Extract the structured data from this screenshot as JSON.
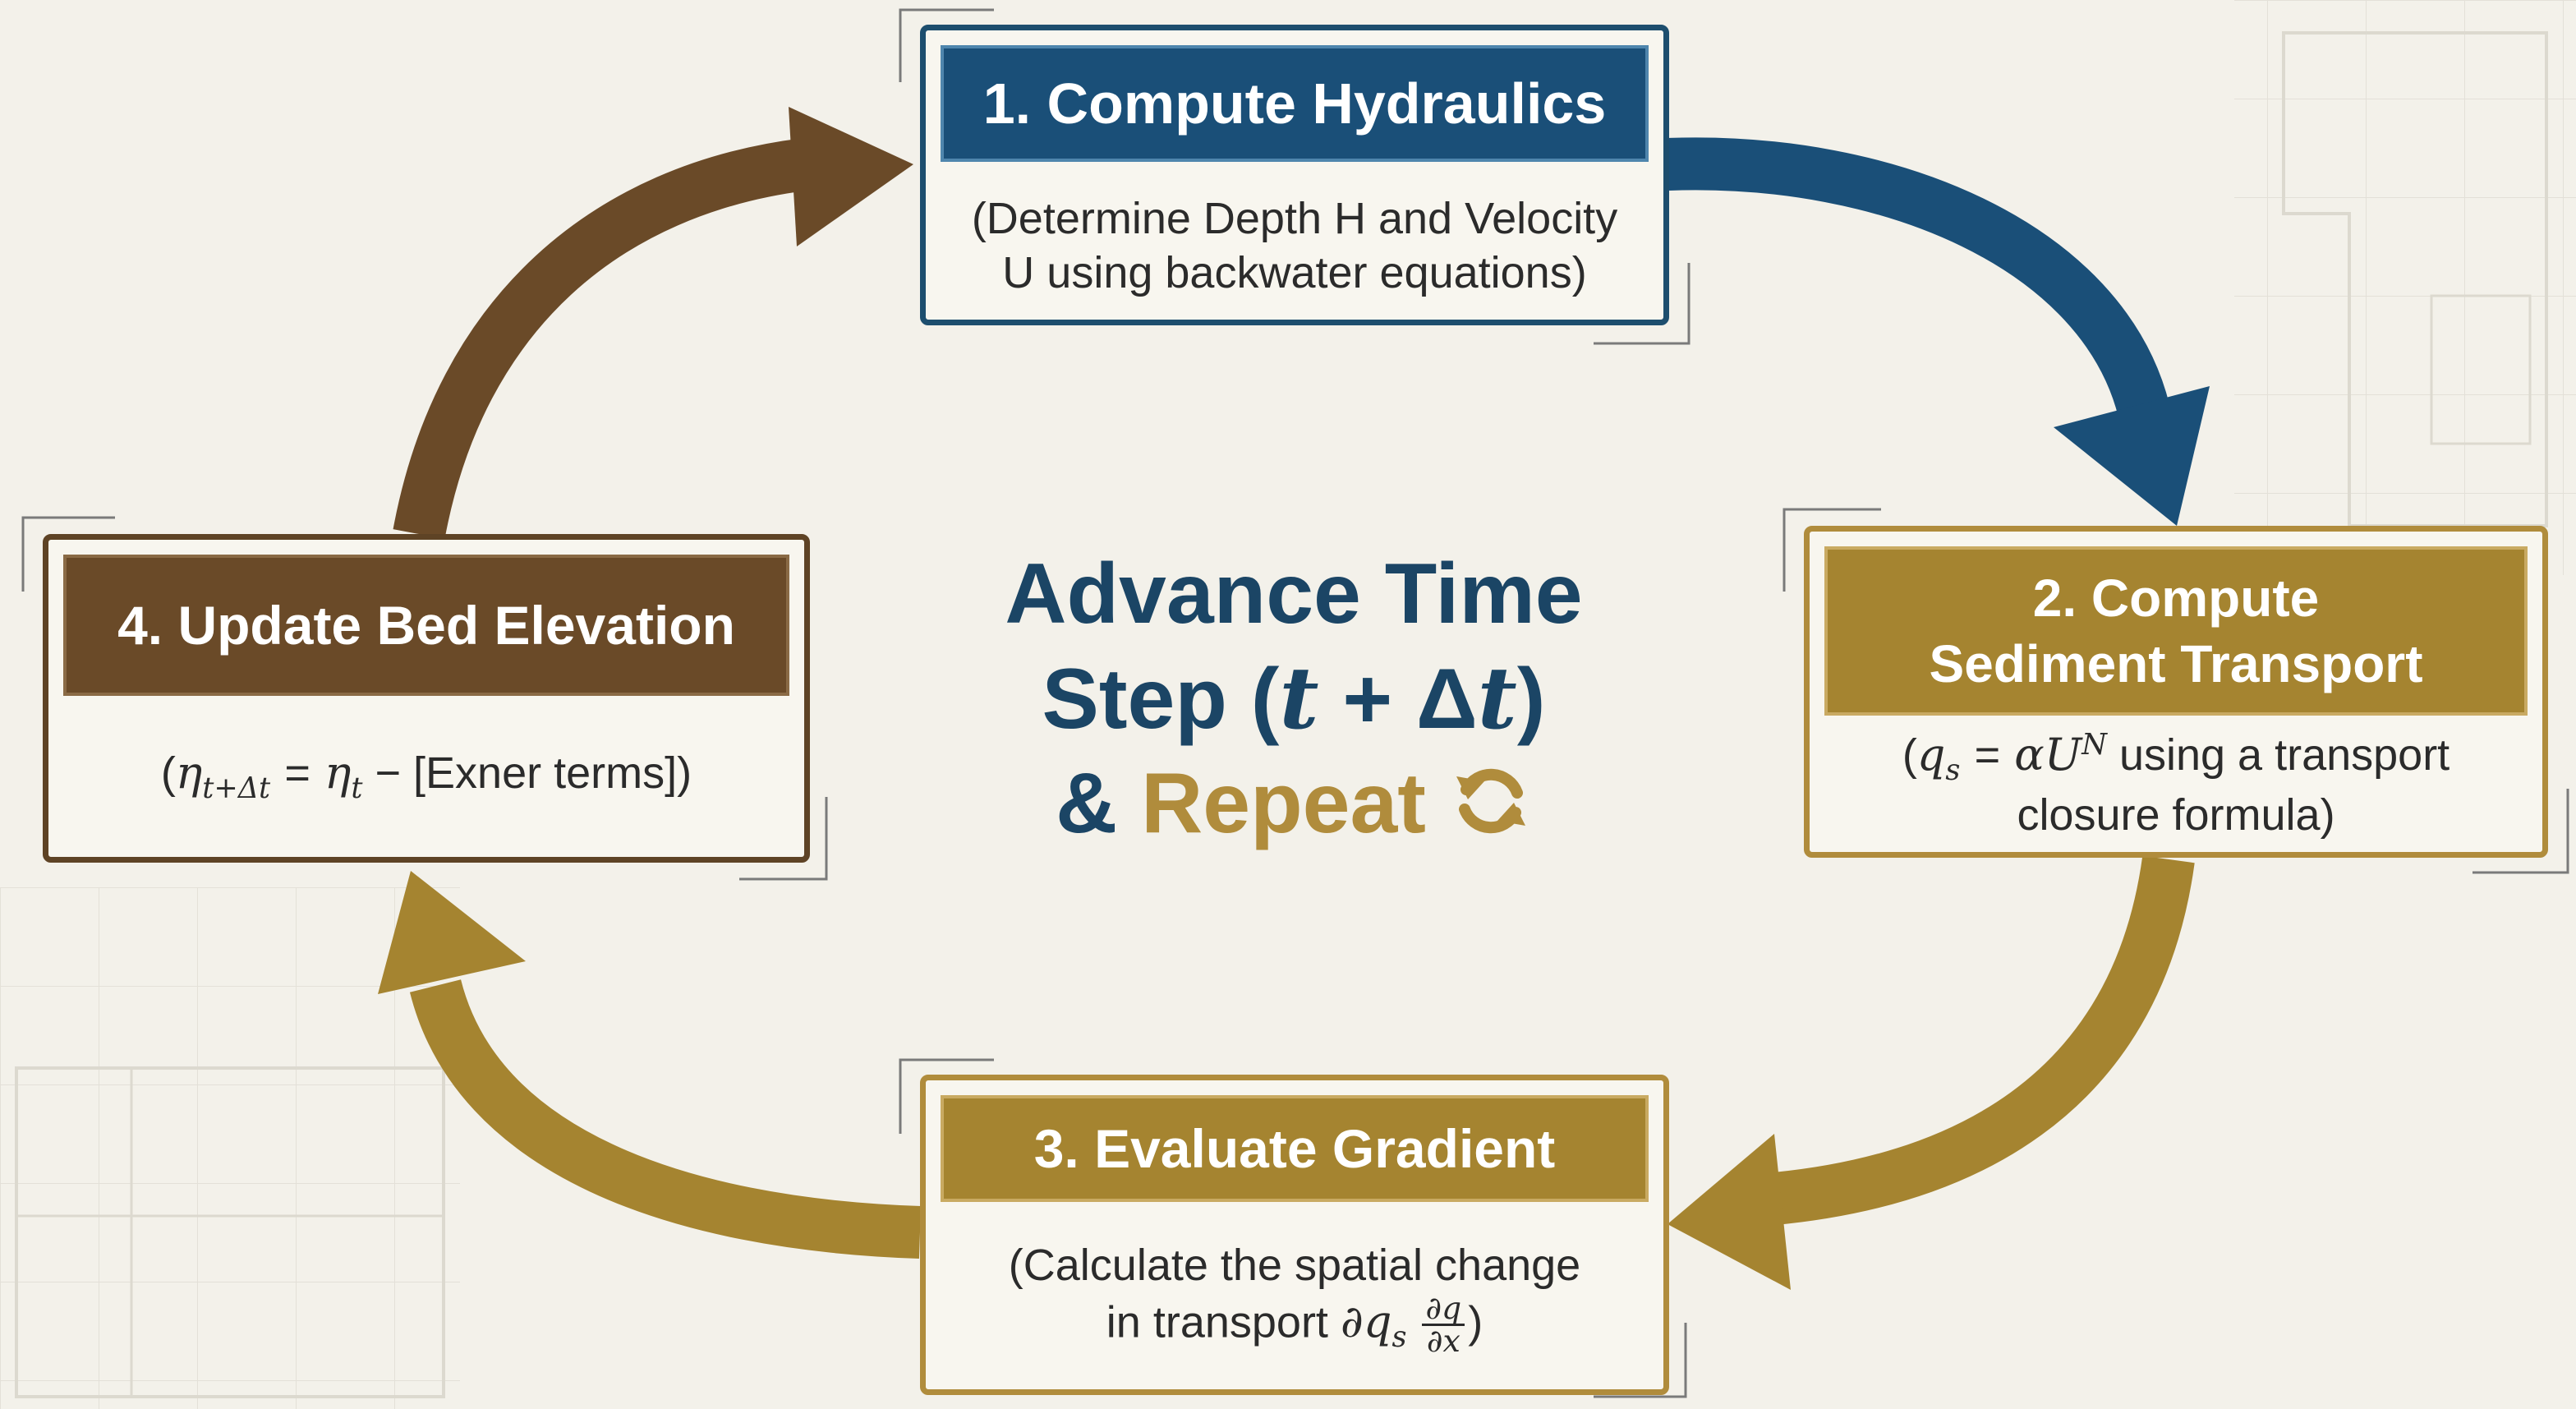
{
  "colors": {
    "navy": "#1a4f78",
    "gold": "#a58430",
    "brown": "#6a4a28",
    "center_text": "#1b4565",
    "repeat_text": "#b08c3c",
    "background": "#f3f1ea"
  },
  "steps": [
    {
      "title": "1. Compute Hydraulics",
      "desc_line1": "(Determine Depth H and Velocity",
      "desc_line2": "U using backwater equations)"
    },
    {
      "title_line1": "2. Compute",
      "title_line2": "Sediment Transport",
      "desc_pre": "(",
      "desc_formula": "q_s = αU^N",
      "desc_post": " using a transport",
      "desc_line2": "closure formula)"
    },
    {
      "title": "3. Evaluate Gradient",
      "desc_line1": "(Calculate the spatial change",
      "desc_line2": "in transport ∂q_s ∂q/∂x)"
    },
    {
      "title": "4. Update Bed Elevation",
      "desc": "(η_{t+Δt} = η_t − [Exner terms])"
    }
  ],
  "center": {
    "line1": "Advance Time",
    "line2": "Step (t + Δt)",
    "line3_pre": "& ",
    "line3_repeat": "Repeat",
    "repeat_icon": "refresh-cycle-icon"
  }
}
